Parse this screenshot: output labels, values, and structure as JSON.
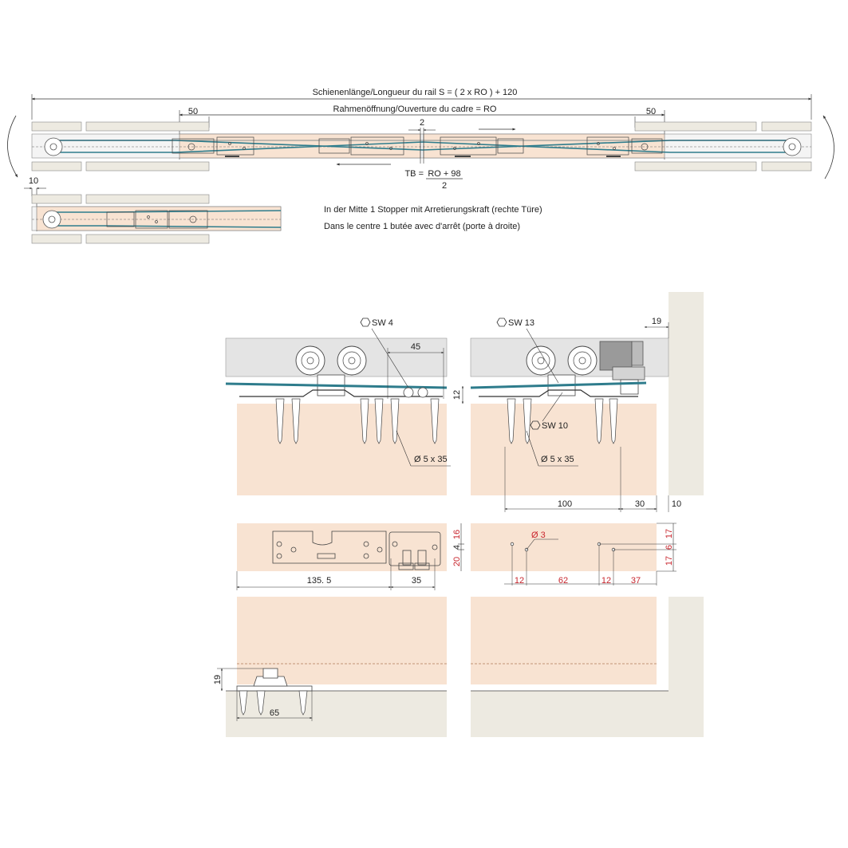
{
  "top": {
    "rail_length_label": "Schienenlänge/Longueur du rail  S = ( 2 x RO ) + 120",
    "frame_opening_label": "Rahmenöffnung/Ouverture du cadre = RO",
    "left_offset": "50",
    "right_offset": "50",
    "center_gap": "2",
    "tb_prefix": "TB = ",
    "tb_numerator": "RO + 98",
    "tb_denominator": "2",
    "detail_offset": "10",
    "note_de": "In der Mitte 1 Stopper mit Arretierungskraft (rechte Türe)",
    "note_fr": "Dans le centre 1 butée avec d'arrêt (porte à droite)"
  },
  "section": {
    "wrench_left": "SW  4",
    "wrench_right": "SW 13",
    "wrench_mid": "SW 10",
    "dim_45": "45",
    "dim_12": "12",
    "dim_19_top": "19",
    "screw_left": "Ø 5 x 35",
    "screw_right": "Ø 5 x 35",
    "dim_100": "100",
    "dim_30": "30",
    "dim_10": "10"
  },
  "plan": {
    "dim_1355": "135. 5",
    "dim_35": "35",
    "dim_16": "16",
    "dim_20": "20",
    "dim_4": "4",
    "hole_dia": "Ø 3",
    "dim_12a": "12",
    "dim_62": "62",
    "dim_12b": "12",
    "dim_37": "37",
    "dim_17a": "17",
    "dim_6": "6",
    "dim_17b": "17"
  },
  "bottom": {
    "dim_19": "19",
    "dim_65": "65"
  },
  "colors": {
    "wood": "#f8e3d2",
    "wall": "#edeae1",
    "rail": "#e4e4e4",
    "steel": "#2e7c8c",
    "red": "#c8262e"
  }
}
